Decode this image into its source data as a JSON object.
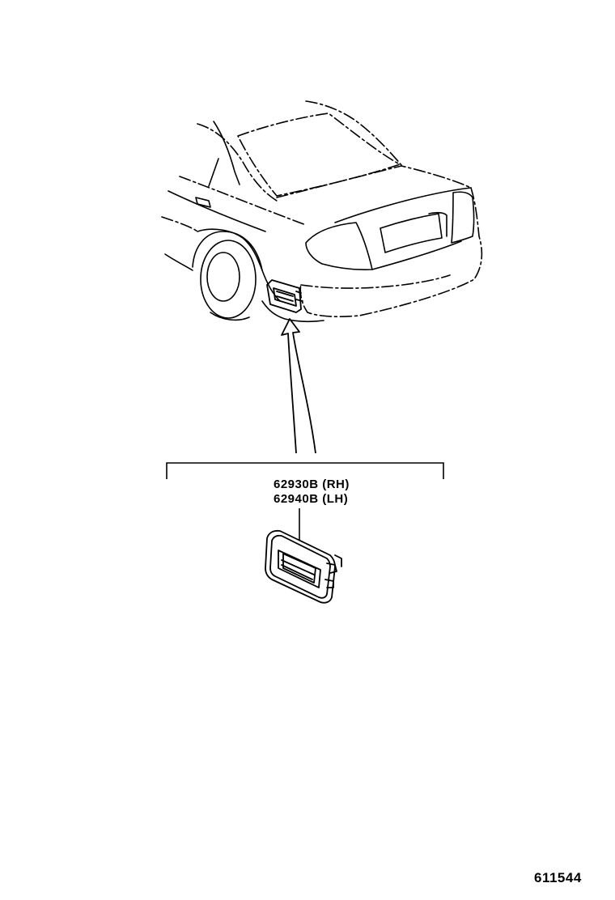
{
  "parts": [
    {
      "number": "62930B",
      "side": "(RH)"
    },
    {
      "number": "62940B",
      "side": "(LH)"
    }
  ],
  "figure_number": "611544"
}
